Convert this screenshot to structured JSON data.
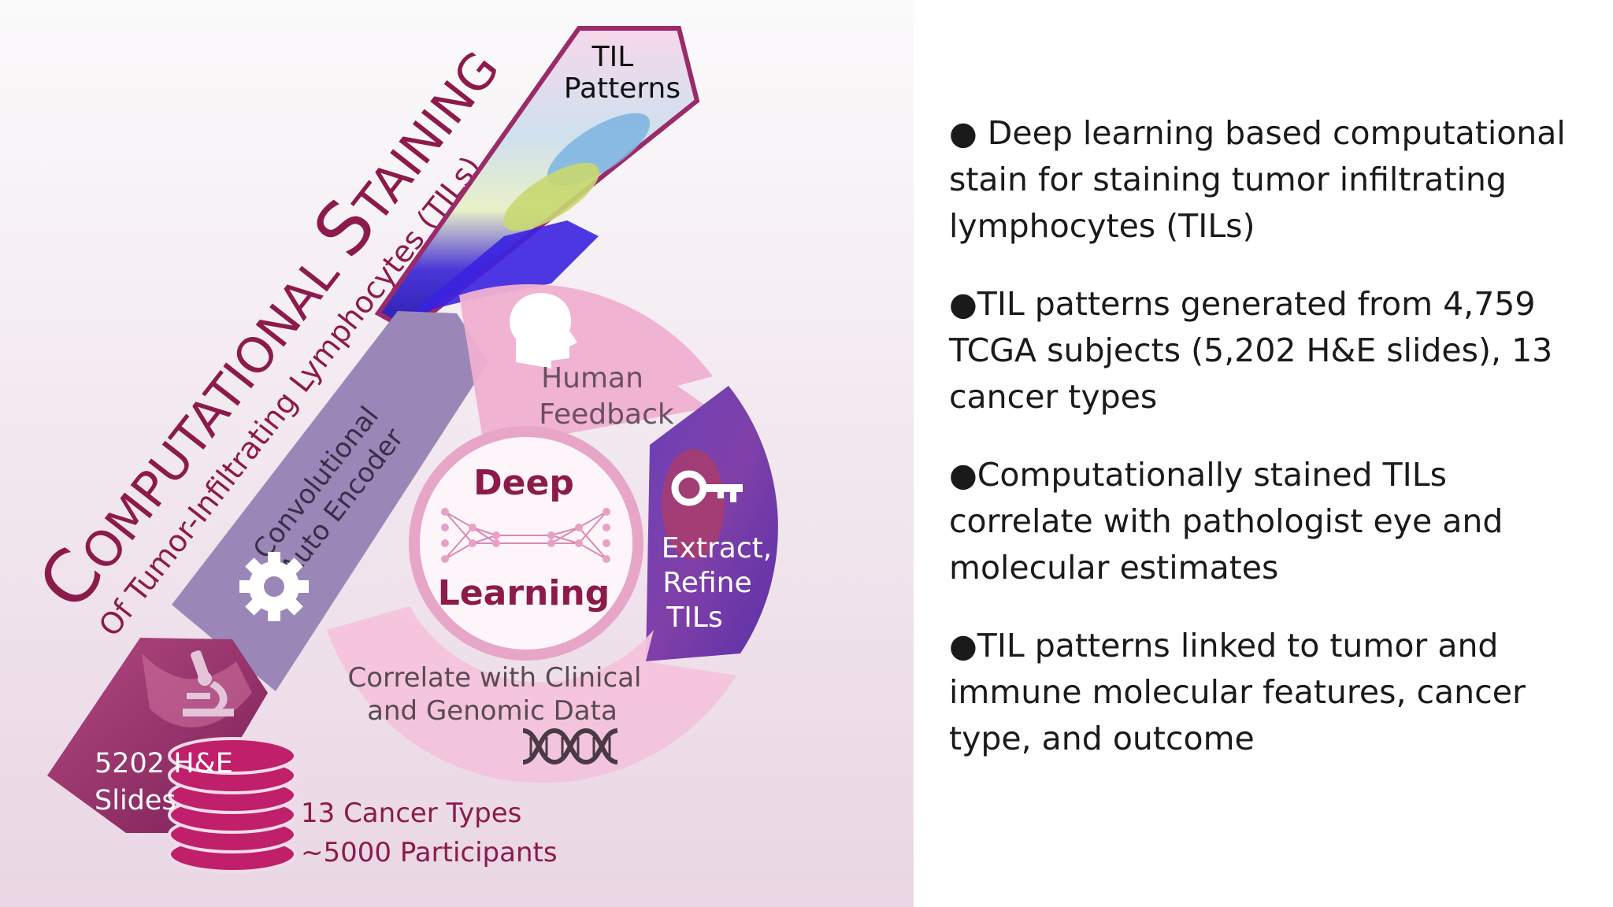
{
  "figure": {
    "title_initial_1": "C",
    "title_part_1": "OMPUTATIONAL ",
    "title_initial_2": "S",
    "title_part_2": "TAINING",
    "subtitle": "Of Tumor-Infiltrating Lymphocytes (TILs)",
    "til_patterns_line1": "TIL",
    "til_patterns_line2": "Patterns",
    "cae_line1": "Convolutional",
    "cae_line2": "Auto Encoder",
    "human_feedback_line1": "Human",
    "human_feedback_line2": "Feedback",
    "deep": "Deep",
    "learning": "Learning",
    "extract_line1": "Extract,",
    "extract_line2": "Refine",
    "extract_line3": "TILs",
    "correlate_line1": "Correlate with Clinical",
    "correlate_line2": "and Genomic Data",
    "slides_line1": "5202 H&E",
    "slides_line2": "Slides",
    "cancer_types": "13 Cancer Types",
    "participants": "~5000 Participants",
    "icons": [
      "head-icon",
      "neural-network-icon",
      "key-icon",
      "dna-icon",
      "gear-icon",
      "microscope-icon"
    ],
    "colors": {
      "title": "#8c1a4b",
      "deep_learning": "#8c1a4b",
      "cae_arrow": "#9a87b7",
      "cycle_light": "#efb6d3",
      "cycle_mid": "#e79bc3",
      "slides_banner": "#9b2a69",
      "disk_stack": "#c01f6a",
      "cycle_text": "#5a4a55"
    }
  },
  "bullets": [
    "● Deep learning based computational stain for staining tumor infiltrating lymphocytes (TILs)",
    "●TIL patterns generated from 4,759 TCGA subjects (5,202 H&E slides), 13 cancer types",
    "●Computationally stained TILs correlate with pathologist eye and molecular estimates",
    "●TIL patterns linked to tumor and immune molecular features, cancer type, and outcome"
  ]
}
